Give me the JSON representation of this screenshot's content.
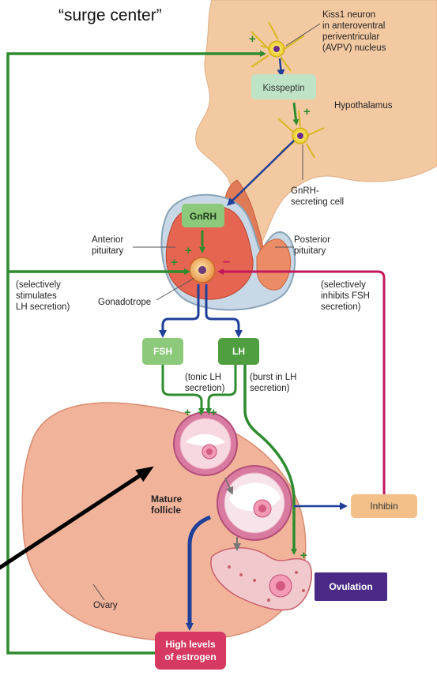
{
  "title": "“surge center”",
  "labels": {
    "kiss1": [
      "Kiss1 neuron",
      "in anteroventral",
      "periventricular",
      "(AVPV) nucleus"
    ],
    "hypothalamus": "Hypothalamus",
    "gnrh_cell": [
      "GnRH-",
      "secreting cell"
    ],
    "anterior_pituitary": [
      "Anterior",
      "pituitary"
    ],
    "posterior_pituitary": [
      "Posterior",
      "pituitary"
    ],
    "selectively_stimulates": [
      "(selectively",
      "stimulates",
      "LH secretion)"
    ],
    "gonadotrope": "Gonadotrope",
    "selectively_inhibits": [
      "(selectively",
      "inhibits FSH",
      "secretion)"
    ],
    "tonic_lh": [
      "(tonic LH",
      "secretion)"
    ],
    "burst_lh": [
      "(burst in LH",
      "secretion)"
    ],
    "mature_follicle": [
      "Mature",
      "follicle"
    ],
    "ovary": "Ovary"
  },
  "boxes": {
    "kisspeptin": "Kisspeptin",
    "gnrh": "GnRH",
    "fsh": "FSH",
    "lh": "LH",
    "inhibin": "Inhibin",
    "ovulation": "Ovulation",
    "estrogen": [
      "High levels",
      "of estrogen"
    ]
  },
  "signs": {
    "plus": "+",
    "minus": "−"
  },
  "colors": {
    "stimulate": "#2e8b2e",
    "inhibit": "#c2185b",
    "flow": "#1f3f99",
    "box_green": "#8cc97a",
    "box_green_light": "#bfe3c6",
    "box_orange": "#f3c08a",
    "box_purple": "#4a2a86",
    "box_pink": "#d63a62"
  }
}
